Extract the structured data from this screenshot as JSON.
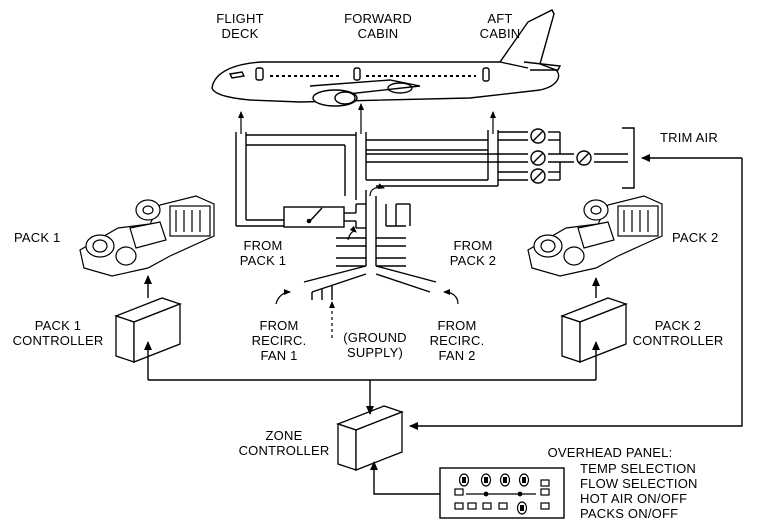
{
  "cabin": {
    "flight_deck": [
      "FLIGHT",
      "DECK"
    ],
    "forward_cabin": [
      "FORWARD",
      "CABIN"
    ],
    "aft_cabin": [
      "AFT",
      "CABIN"
    ]
  },
  "trim_air": "TRIM AIR",
  "pack1": "PACK 1",
  "pack2": "PACK 2",
  "from_pack1": [
    "FROM",
    "PACK 1"
  ],
  "from_pack2": [
    "FROM",
    "PACK 2"
  ],
  "recirc_fan1": [
    "FROM",
    "RECIRC.",
    "FAN 1"
  ],
  "recirc_fan2": [
    "FROM",
    "RECIRC.",
    "FAN 2"
  ],
  "ground_supply": [
    "(GROUND",
    "SUPPLY)"
  ],
  "pack1_controller": [
    "PACK 1",
    "CONTROLLER"
  ],
  "pack2_controller": [
    "PACK 2",
    "CONTROLLER"
  ],
  "zone_controller": [
    "ZONE",
    "CONTROLLER"
  ],
  "overhead_panel": {
    "title": "OVERHEAD PANEL:",
    "items": [
      "TEMP SELECTION",
      "FLOW SELECTION",
      "HOT AIR ON/OFF",
      "PACKS ON/OFF"
    ]
  }
}
